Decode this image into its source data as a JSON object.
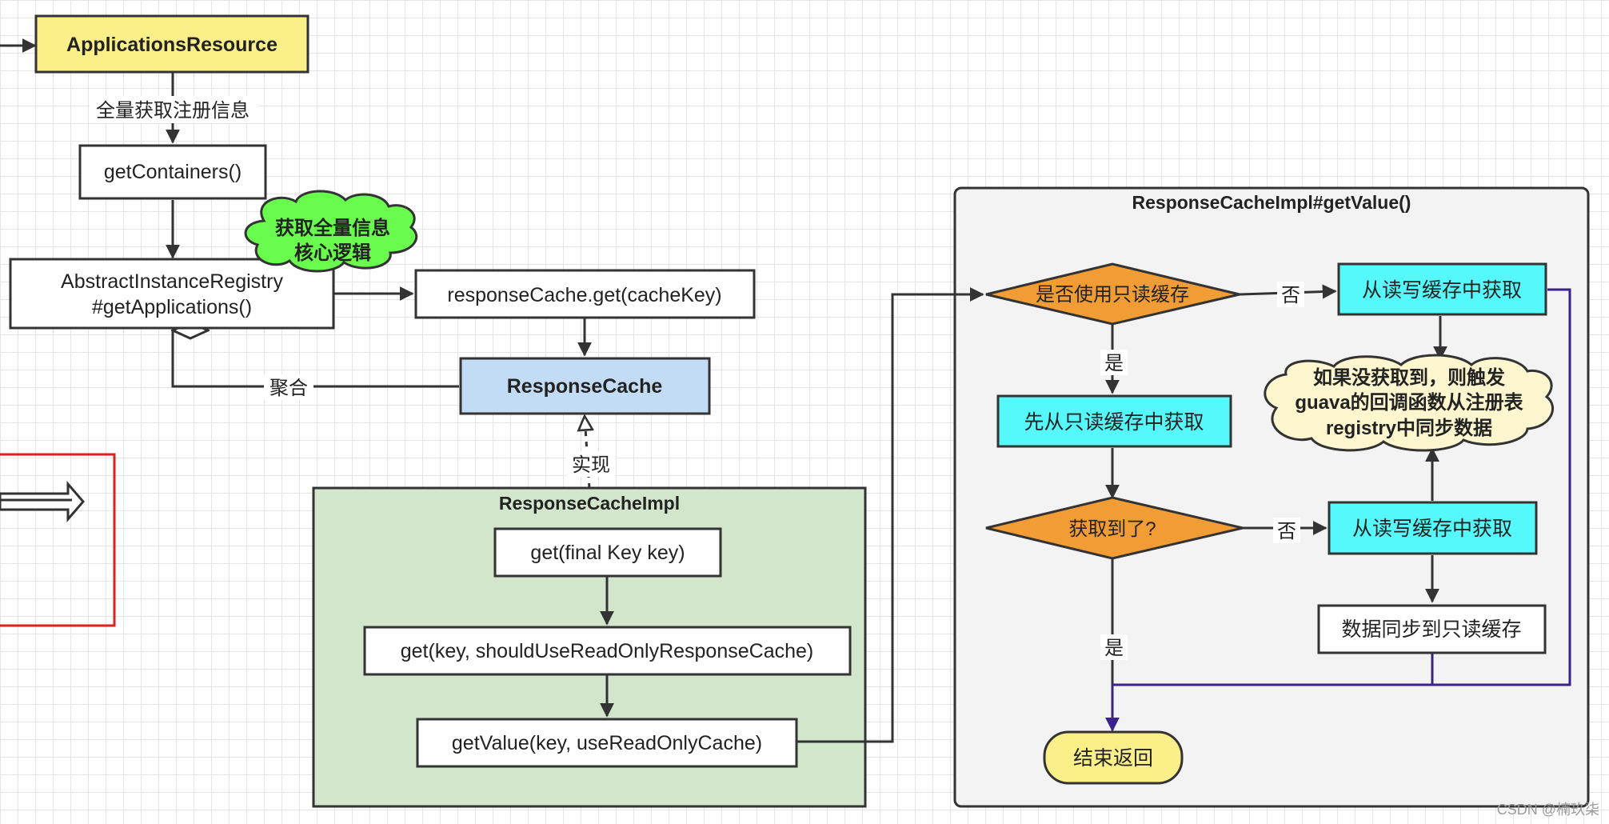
{
  "nodes": {
    "applications_resource": "ApplicationsResource",
    "get_containers": "getContainers()",
    "abstract_registry_line1": "AbstractInstanceRegistry",
    "abstract_registry_line2": "#getApplications()",
    "core_logic_cloud_line1": "获取全量信息",
    "core_logic_cloud_line2": "核心逻辑",
    "response_cache_get": "responseCache.get(cacheKey)",
    "response_cache": "ResponseCache",
    "response_cache_impl_title": "ResponseCacheImpl",
    "get_final_key": "get(final Key key)",
    "get_key_should_use": "get(key, shouldUseReadOnlyResponseCache)",
    "get_value_key": "getValue(key, useReadOnlyCache)",
    "get_value_container_title": "ResponseCacheImpl#getValue()",
    "decision_use_readonly": "是否使用只读缓存",
    "read_write_top": "从读写缓存中获取",
    "readonly_first": "先从只读缓存中获取",
    "guava_cloud_line1": "如果没获取到，则触发",
    "guava_cloud_line2": "guava的回调函数从注册表",
    "guava_cloud_line3": "registry中同步数据",
    "decision_got": "获取到了?",
    "read_write_bottom": "从读写缓存中获取",
    "sync_to_readonly": "数据同步到只读缓存",
    "end_return": "结束返回"
  },
  "edge_labels": {
    "full_fetch": "全量获取注册信息",
    "aggregation": "聚合",
    "implements": "实现",
    "no_top": "否",
    "yes_middle": "是",
    "no_bottom": "否",
    "yes_bottom": "是"
  },
  "watermark": "CSDN @楠玖柒",
  "colors": {
    "yellow_fill": "#fbef8a",
    "blue_fill": "#c3dcf6",
    "green_container": "#d2e6cc",
    "gray_container": "#f3f3f3",
    "cyan_fill": "#55f8fb",
    "orange_fill": "#f19c35",
    "green_cloud": "#69fb4d",
    "cream_cloud": "#fdf6cf",
    "red_border": "#e0201c",
    "purple_edge": "#3a2288"
  }
}
